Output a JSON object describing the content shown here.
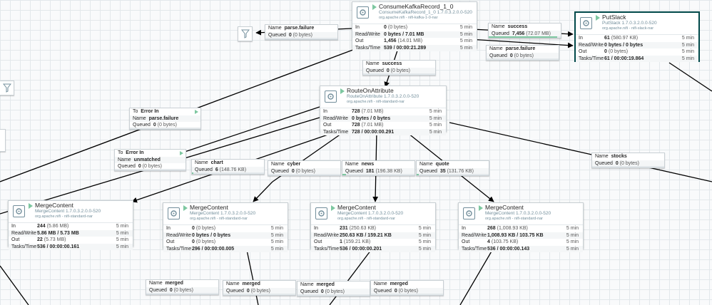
{
  "processors": [
    {
      "id": "consume",
      "name": "ConsumeKafkaRecord_1_0",
      "type": "ConsumeKafkaRecord_1_0 1.7.0.3.2.0.0-520",
      "bundle": "org.apache.nifi - nifi-kafka-1-0-nar",
      "in": "0",
      "in_sub": "(0 bytes)",
      "rw": "0 bytes / 7.01 MB",
      "out": "1,456",
      "out_sub": "(14.01 MB)",
      "tasks": "539 / 00:00:21.289",
      "window": "5 min"
    },
    {
      "id": "putslack",
      "name": "PutSlack",
      "type": "PutSlack 1.7.0.3.2.0.0-520",
      "bundle": "org.apache.nifi - nifi-slack-nar",
      "in": "61",
      "in_sub": "(580.97 KB)",
      "rw": "0 bytes / 0 bytes",
      "out": "0",
      "out_sub": "(0 bytes)",
      "tasks": "61 / 00:00:19.864",
      "window": "5 min"
    },
    {
      "id": "route",
      "name": "RouteOnAttribute",
      "type": "RouteOnAttribute 1.7.0.3.2.0.0-520",
      "bundle": "org.apache.nifi - nifi-standard-nar",
      "in": "728",
      "in_sub": "(7.01 MB)",
      "rw": "0 bytes / 0 bytes",
      "out": "728",
      "out_sub": "(7.01 MB)",
      "tasks": "728 / 00:00:00.291",
      "window": "5 min"
    },
    {
      "id": "merge1",
      "name": "MergeContent",
      "type": "MergeContent 1.7.0.3.2.0.0-520",
      "bundle": "org.apache.nifi - nifi-standard-nar",
      "in": "244",
      "in_sub": "(5.86 MB)",
      "rw": "5.86 MB / 5.73 MB",
      "out": "22",
      "out_sub": "(5.73 MB)",
      "tasks": "536 / 00:00:00.161",
      "window": "5 min"
    },
    {
      "id": "merge2",
      "name": "MergeContent",
      "type": "MergeContent 1.7.0.3.2.0.0-520",
      "bundle": "org.apache.nifi - nifi-standard-nar",
      "in": "0",
      "in_sub": "(0 bytes)",
      "rw": "0 bytes / 0 bytes",
      "out": "0",
      "out_sub": "(0 bytes)",
      "tasks": "296 / 00:00:00.005",
      "window": "5 min"
    },
    {
      "id": "merge3",
      "name": "MergeContent",
      "type": "MergeContent 1.7.0.3.2.0.0-520",
      "bundle": "org.apache.nifi - nifi-standard-nar",
      "in": "231",
      "in_sub": "(250.63 KB)",
      "rw": "250.63 KB / 159.21 KB",
      "out": "1",
      "out_sub": "(159.21 KB)",
      "tasks": "536 / 00:00:00.201",
      "window": "5 min"
    },
    {
      "id": "merge4",
      "name": "MergeContent",
      "type": "MergeContent 1.7.0.3.2.0.0-520",
      "bundle": "org.apache.nifi - nifi-standard-nar",
      "in": "268",
      "in_sub": "(1,008.93 KB)",
      "rw": "1,008.93 KB / 103.75 KB",
      "out": "4",
      "out_sub": "(103.75 KB)",
      "tasks": "536 / 00:00:00.143",
      "window": "5 min"
    }
  ],
  "connections": [
    {
      "id": "c-parsefail-left",
      "to": null,
      "name": "parse.failure",
      "queued": "0",
      "queued_sub": "(0 bytes)",
      "fill": 0
    },
    {
      "id": "c-success-slack",
      "to": null,
      "name": "success",
      "queued": "7,456",
      "queued_sub": "(72.07 MB)",
      "fill": 0.95
    },
    {
      "id": "c-parsefail-right",
      "to": null,
      "name": "parse.failure",
      "queued": "0",
      "queued_sub": "(0 bytes)",
      "fill": 0
    },
    {
      "id": "c-success-route",
      "to": null,
      "name": "success",
      "queued": "0",
      "queued_sub": "(0 bytes)",
      "fill": 0
    },
    {
      "id": "c-errorin-parse",
      "to": "Error In",
      "name": "parse.failure",
      "queued": "0",
      "queued_sub": "(0 bytes)",
      "fill": 0
    },
    {
      "id": "c-errorin-unmatched",
      "to": "Error In",
      "name": "unmatched",
      "queued": "0",
      "queued_sub": "(0 bytes)",
      "fill": 0
    },
    {
      "id": "c-chart",
      "to": null,
      "name": "chart",
      "queued": "6",
      "queued_sub": "(148.76 KB)",
      "fill": 0.02
    },
    {
      "id": "c-cyber",
      "to": null,
      "name": "cyber",
      "queued": "0",
      "queued_sub": "(0 bytes)",
      "fill": 0
    },
    {
      "id": "c-news",
      "to": null,
      "name": "news",
      "queued": "181",
      "queued_sub": "(196.38 KB)",
      "fill": 0.05
    },
    {
      "id": "c-quote",
      "to": null,
      "name": "quote",
      "queued": "35",
      "queued_sub": "(131.76 KB)",
      "fill": 0.03
    },
    {
      "id": "c-stocks",
      "to": null,
      "name": "stocks",
      "queued": "0",
      "queued_sub": "(0 bytes)",
      "fill": 0
    },
    {
      "id": "c-merged1",
      "to": null,
      "name": "merged",
      "queued": "0",
      "queued_sub": "(0 bytes)",
      "fill": 0
    },
    {
      "id": "c-merged2",
      "to": null,
      "name": "merged",
      "queued": "0",
      "queued_sub": "(0 bytes)",
      "fill": 0
    },
    {
      "id": "c-merged3",
      "to": null,
      "name": "merged",
      "queued": "0",
      "queued_sub": "(0 bytes)",
      "fill": 0
    },
    {
      "id": "c-merged4",
      "to": null,
      "name": "merged",
      "queued": "0",
      "queued_sub": "(0 bytes)",
      "fill": 0
    }
  ],
  "labels": {
    "in": "In",
    "rw": "Read/Write",
    "out": "Out",
    "tasks": "Tasks/Time",
    "name": "Name",
    "queued": "Queued",
    "to": "To"
  },
  "colors": {
    "accent": "#004849",
    "running": "#7dc7a0",
    "canvas": "#f9fafb",
    "grid": "#e3e8eb",
    "edge": "#000000"
  },
  "icons": {
    "processor": "processor-icon",
    "funnel": "funnel-icon",
    "running": "play-icon"
  }
}
